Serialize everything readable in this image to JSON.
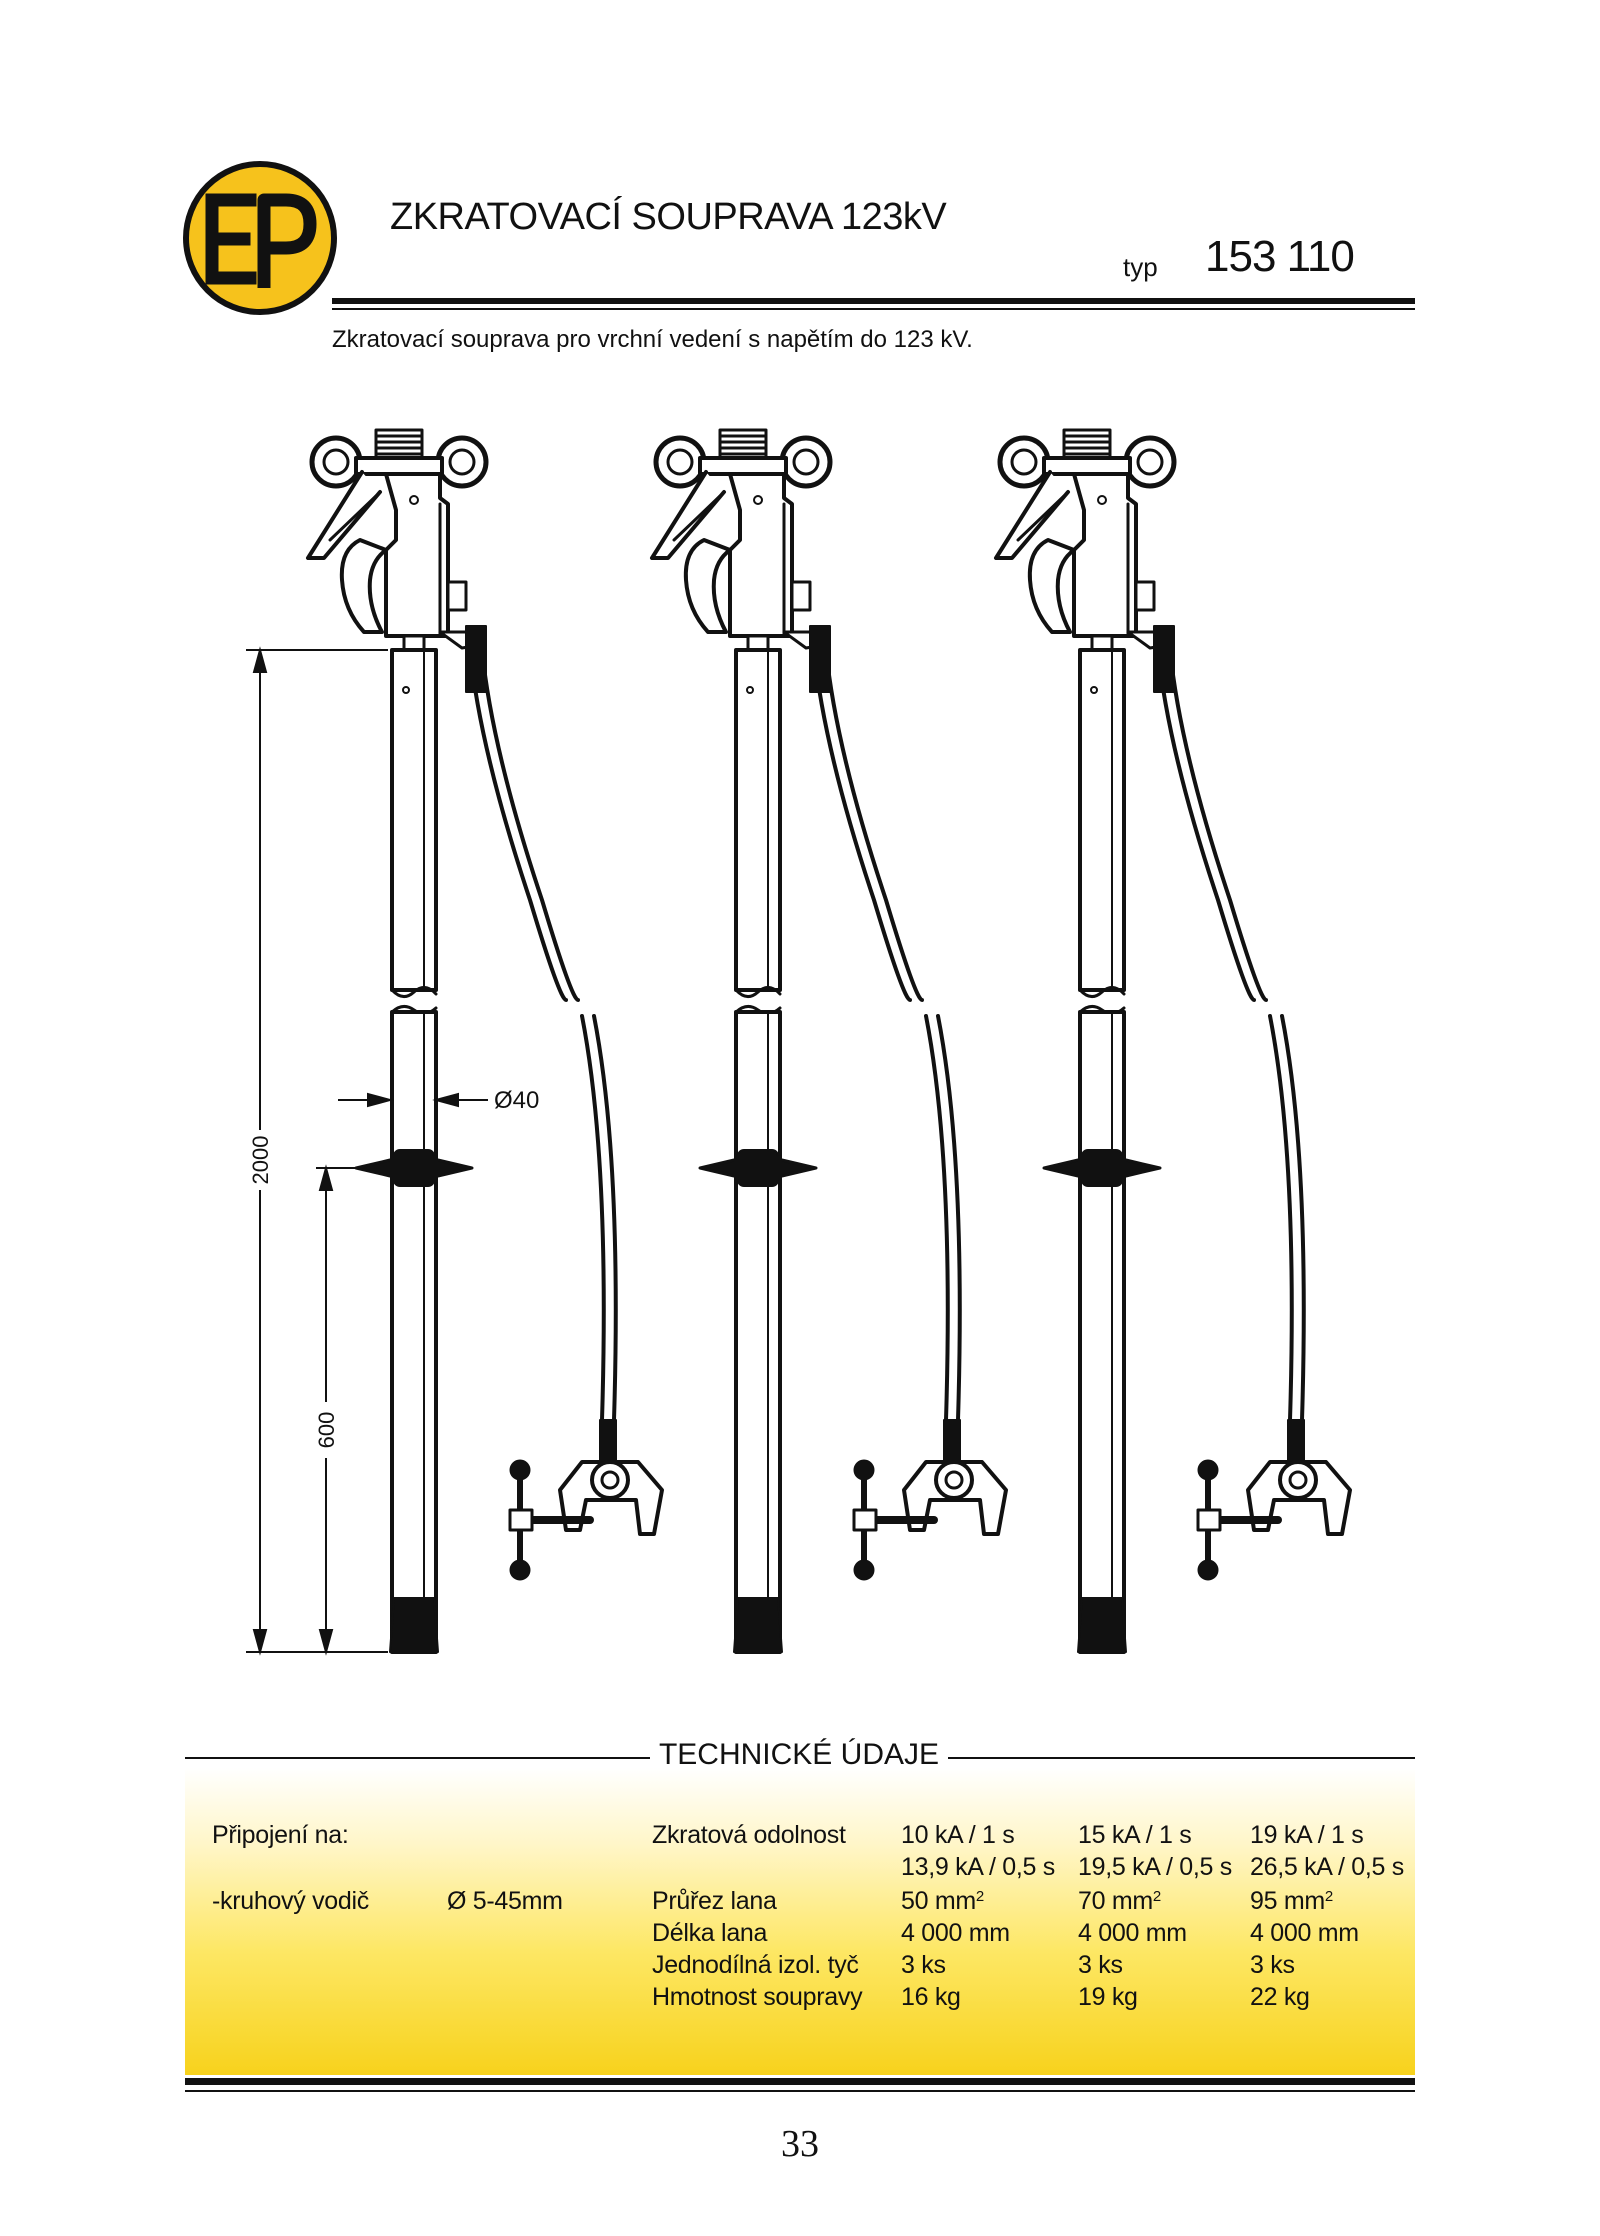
{
  "header": {
    "logo_text": "EP",
    "title": "ZKRATOVACÍ SOUPRAVA 123kV",
    "typ_label": "typ",
    "typ_value": "153 110",
    "subtitle": "Zkratovací souprava pro vrchní vedení s napětím do 123 kV."
  },
  "drawing": {
    "dim_total": "2000",
    "dim_lower": "600",
    "dim_diameter": "Ø40"
  },
  "tech": {
    "heading": "TECHNICKÉ ÚDAJE",
    "connection_label": "Připojení na:",
    "conductor_label": "-kruhový vodič",
    "conductor_value": "Ø 5-45mm",
    "rows": [
      {
        "label": "Zkratová odolnost",
        "c1": "10 kA / 1 s",
        "c2": "15 kA / 1 s",
        "c3": "19 kA / 1 s"
      },
      {
        "label": "",
        "c1": "13,9 kA / 0,5 s",
        "c2": "19,5 kA / 0,5 s",
        "c3": "26,5 kA / 0,5 s"
      },
      {
        "label": "Průřez lana",
        "c1": "50 mm",
        "c2": "70 mm",
        "c3": "95 mm",
        "sup": "2"
      },
      {
        "label": "Délka lana",
        "c1": "4 000 mm",
        "c2": "4 000 mm",
        "c3": "4 000 mm"
      },
      {
        "label": "Jednodílná izol. tyč",
        "c1": "3 ks",
        "c2": "3 ks",
        "c3": "3 ks"
      },
      {
        "label": "Hmotnost soupravy",
        "c1": "16 kg",
        "c2": "19 kg",
        "c3": "22 kg"
      }
    ]
  },
  "footer": {
    "page_number": "33"
  },
  "colors": {
    "logo_yellow": "#f6c21c",
    "box_yellow": "#f7d21c",
    "ink": "#111111"
  }
}
